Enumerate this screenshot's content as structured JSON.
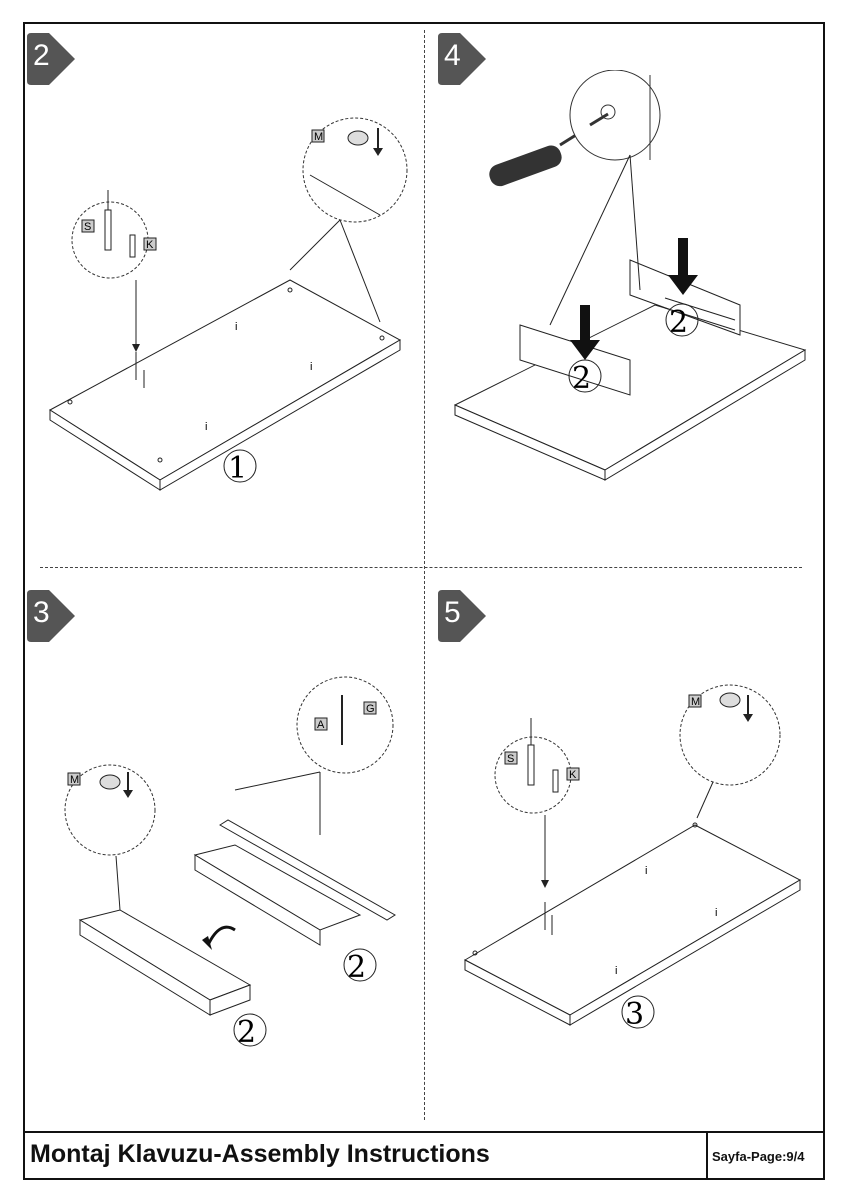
{
  "footer": {
    "title": "Montaj Klavuzu-Assembly Instructions",
    "page": "Sayfa-Page:9/4"
  },
  "steps": [
    {
      "number": "2",
      "callouts": [
        "S",
        "K",
        "M"
      ],
      "part_number": "1"
    },
    {
      "number": "4",
      "part_numbers": [
        "2",
        "2"
      ]
    },
    {
      "number": "3",
      "callouts": [
        "M",
        "A",
        "G"
      ],
      "part_numbers": [
        "2",
        "2"
      ]
    },
    {
      "number": "5",
      "callouts": [
        "S",
        "K",
        "M"
      ],
      "part_number": "3"
    }
  ]
}
